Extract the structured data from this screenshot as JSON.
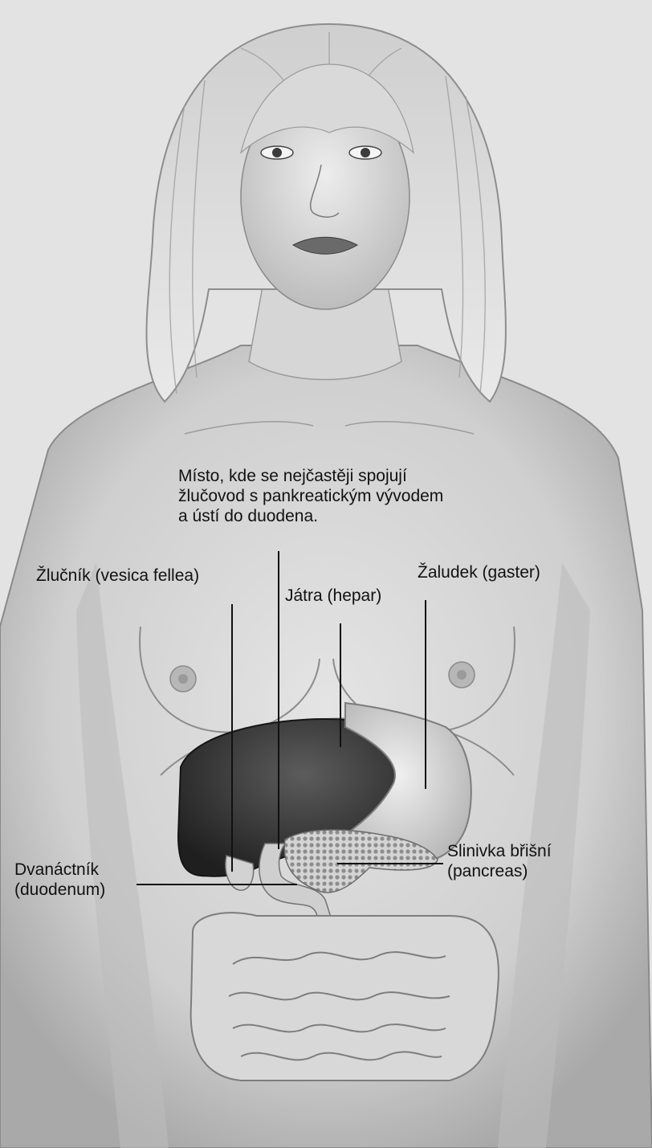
{
  "figure": {
    "labels": {
      "junction": [
        "Místo, kde se nejčastěji spojují",
        "žlučovod s pankreatickým vývodem",
        "a ústí do duodena."
      ],
      "gallbladder": "Žlučník (vesica fellea)",
      "liver": "Játra (hepar)",
      "stomach": "Žaludek (gaster)",
      "pancreas": [
        "Slinivka břišní",
        "(pancreas)"
      ],
      "duodenum": [
        "Dvanáctník",
        "(duodenum)"
      ]
    }
  }
}
